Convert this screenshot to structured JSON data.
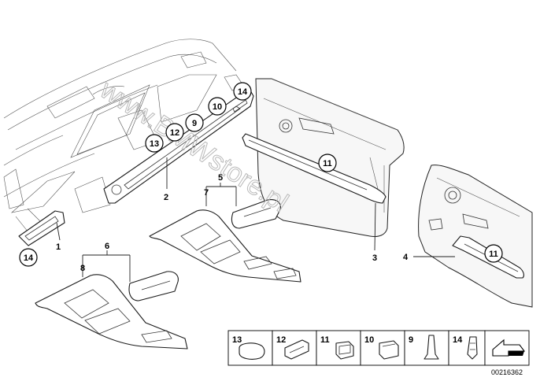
{
  "watermark": "www.BMWstore.pl",
  "callouts": {
    "c14a": "14",
    "c10": "10",
    "c9": "9",
    "c12": "12",
    "c13": "13",
    "c11a": "11",
    "c11b": "11",
    "c14b": "14"
  },
  "part_numbers": {
    "p1": "1",
    "p2": "2",
    "p3": "3",
    "p4": "4",
    "p5": "5",
    "p6": "6",
    "p7": "7",
    "p8": "8"
  },
  "legend": {
    "l13": "13",
    "l12": "12",
    "l11": "11",
    "l10": "10",
    "l9": "9",
    "l14": "14"
  },
  "document_number": "00216362"
}
